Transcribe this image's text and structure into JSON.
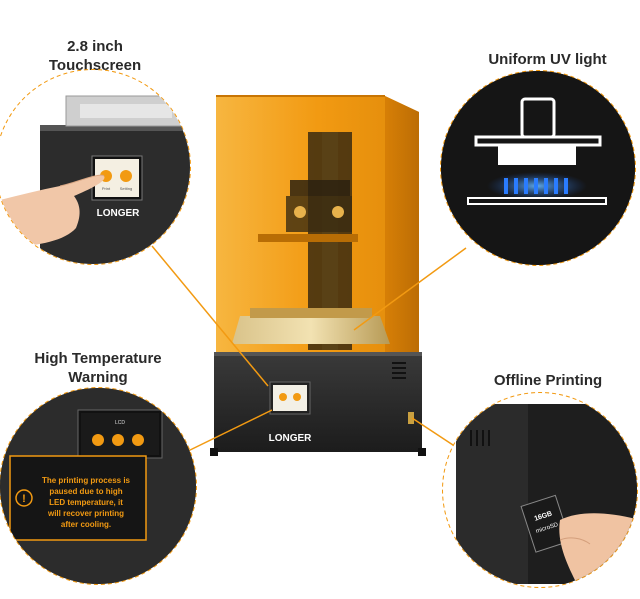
{
  "features": {
    "touchscreen": {
      "line1": "2.8 inch",
      "line2": "Touchscreen"
    },
    "uv_light": {
      "label": "Uniform UV light"
    },
    "temperature": {
      "line1": "High Temperature",
      "line2": "Warning"
    },
    "offline": {
      "label": "Offline Printing"
    }
  },
  "brand": {
    "name": "LONGER"
  },
  "screen": {
    "icon1_label": "Print",
    "icon2_label": "Setting",
    "warning_title": "LCD",
    "warning_message_lines": [
      "The printing process is",
      "paused due to high",
      "LED temperature, it",
      "will recover printing",
      "after cooling."
    ]
  },
  "sd_card": {
    "capacity": "16GB",
    "type": "microSD"
  },
  "colors": {
    "accent_orange": "#f29a12",
    "amber_cover": "#f5a623",
    "body_dark": "#2b2b2b",
    "uv_blue": "#2a7cff"
  }
}
